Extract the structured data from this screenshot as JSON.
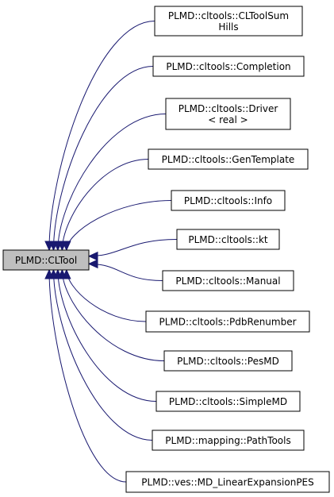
{
  "diagram": {
    "type": "inheritance-graph",
    "root": {
      "label": "PLMD::CLTool"
    },
    "children": [
      {
        "lines": [
          "PLMD::cltools::CLToolSum",
          "Hills"
        ]
      },
      {
        "lines": [
          "PLMD::cltools::Completion"
        ]
      },
      {
        "lines": [
          "PLMD::cltools::Driver",
          "< real >"
        ]
      },
      {
        "lines": [
          "PLMD::cltools::GenTemplate"
        ]
      },
      {
        "lines": [
          "PLMD::cltools::Info"
        ]
      },
      {
        "lines": [
          "PLMD::cltools::kt"
        ]
      },
      {
        "lines": [
          "PLMD::cltools::Manual"
        ]
      },
      {
        "lines": [
          "PLMD::cltools::PdbRenumber"
        ]
      },
      {
        "lines": [
          "PLMD::cltools::PesMD"
        ]
      },
      {
        "lines": [
          "PLMD::cltools::SimpleMD"
        ]
      },
      {
        "lines": [
          "PLMD::mapping::PathTools"
        ]
      },
      {
        "lines": [
          "PLMD::ves::MD_LinearExpansionPES"
        ]
      }
    ],
    "colors": {
      "edge": "#191970",
      "root_fill": "#bfbfbf",
      "node_fill": "#ffffff",
      "border": "#000000"
    }
  }
}
